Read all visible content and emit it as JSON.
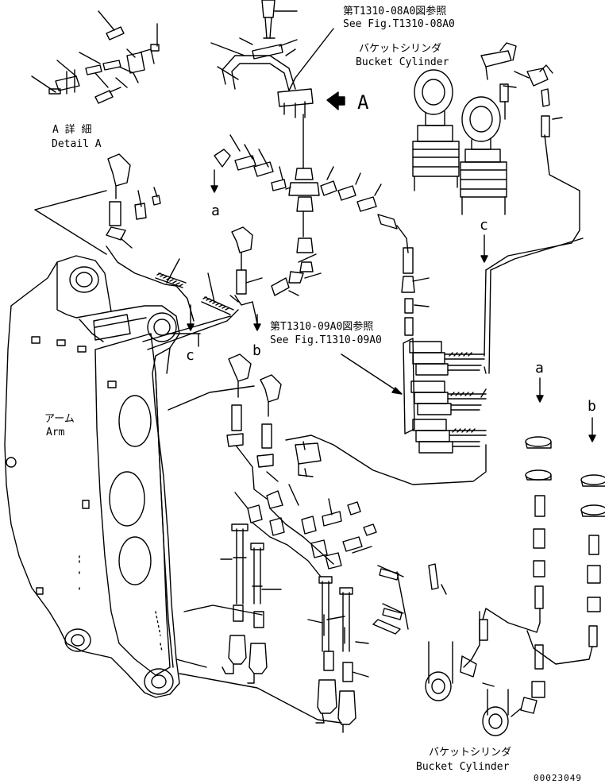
{
  "labels": {
    "ref_top_jp": "第T1310-08A0図参照",
    "ref_top_en": "See Fig.T1310-08A0",
    "bucket_cyl_top_jp": "バケットシリンダ",
    "bucket_cyl_top_en": "Bucket Cylinder",
    "detail_a_jp": "A 詳 細",
    "detail_a_en": "Detail A",
    "view_a": "A",
    "ref_mid_jp": "第T1310-09A0図参照",
    "ref_mid_en": "See Fig.T1310-09A0",
    "arm_jp": "アーム",
    "arm_en": "Arm",
    "bucket_cyl_bottom_jp": "バケットシリンダ",
    "bucket_cyl_bottom_en": "Bucket Cylinder",
    "drawing_number": "00023049"
  },
  "connection_markers": {
    "a_left": "a",
    "b_left": "b",
    "c_left": "c",
    "c_right": "c",
    "a_right": "a",
    "b_right": "b"
  }
}
